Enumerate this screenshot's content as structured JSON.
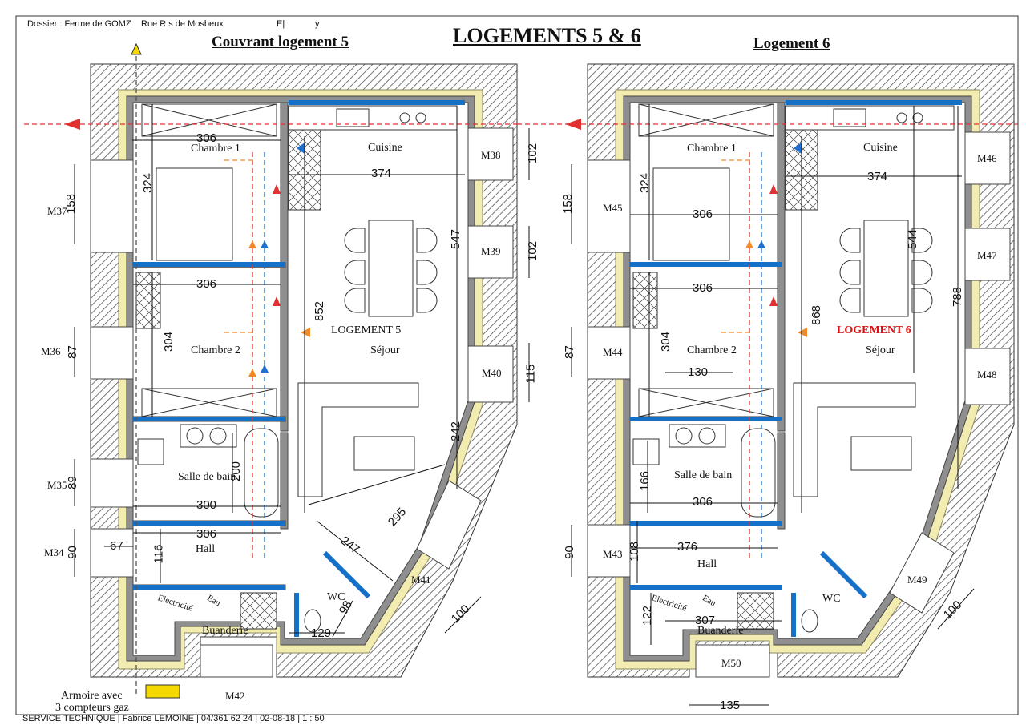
{
  "header": {
    "dossier": "Dossier : Ferme de GOMZ",
    "street": "Rue R   s de Mosbeux",
    "e": "E|",
    "y": "y"
  },
  "titles": {
    "main": "LOGEMENTS 5 & 6",
    "left": "Couvrant logement 5",
    "right": "Logement 6"
  },
  "footer": "SERVICE TECHNIQUE | Fabrice LEMOINE | 04/361 62 24 | 02-08-18 | 1 : 50",
  "left_plan": {
    "rooms": {
      "chambre1": "Chambre 1",
      "cuisine": "Cuisine",
      "chambre2": "Chambre 2",
      "logement": "LOGEMENT 5",
      "sejour": "Séjour",
      "salle_de_bain": "Salle de bain",
      "hall": "Hall",
      "wc": "WC",
      "buanderie": "Buanderie",
      "electricite": "Electricité",
      "eau": "Eau",
      "armoire1": "Armoire avec",
      "armoire2": "3 compteurs gaz"
    },
    "windows": [
      "M37",
      "M36",
      "M35",
      "M34",
      "M38",
      "M39",
      "M40",
      "M41",
      "M42"
    ],
    "dims": {
      "d306a": "306",
      "d324": "324",
      "d374": "374",
      "d306b": "306",
      "d547": "547",
      "d852": "852",
      "d304": "304",
      "d242": "242",
      "d200": "200",
      "d300": "300",
      "d306c": "306",
      "d116": "116",
      "d67": "67",
      "d295": "295",
      "d247": "247",
      "d98": "98",
      "d129": "129",
      "d100": "100",
      "d158": "158",
      "d87": "87",
      "d89": "89",
      "d90": "90",
      "d102a": "102",
      "d102b": "102",
      "d115": "115"
    }
  },
  "right_plan": {
    "rooms": {
      "chambre1": "Chambre 1",
      "cuisine": "Cuisine",
      "chambre2": "Chambre 2",
      "logement": "LOGEMENT 6",
      "sejour": "Séjour",
      "salle_de_bain": "Salle de bain",
      "hall": "Hall",
      "wc": "WC",
      "buanderie": "Buanderie",
      "electricite": "Electricité",
      "eau": "Eau"
    },
    "windows": [
      "M45",
      "M44",
      "M43",
      "M46",
      "M47",
      "M48",
      "M49",
      "M50"
    ],
    "dims": {
      "d324": "324",
      "d374": "374",
      "d306a": "306",
      "d544": "544",
      "d306b": "306",
      "d868": "868",
      "d788": "788",
      "d304": "304",
      "d130": "130",
      "d166": "166",
      "d306c": "306",
      "d376": "376",
      "d108": "108",
      "d122": "122",
      "d307": "307",
      "d100": "100",
      "d135": "135",
      "d158": "158",
      "d87": "87",
      "d90": "90"
    }
  },
  "colors": {
    "wall": "#8f8f8f",
    "hatch": "#555555",
    "insulation": "#f2ecb0",
    "cold_water": "#1e6fd0",
    "hot_water": "#e03030",
    "gas": "#f5d800",
    "orange": "#f08a2a",
    "partition_blue": "#1570c8"
  }
}
